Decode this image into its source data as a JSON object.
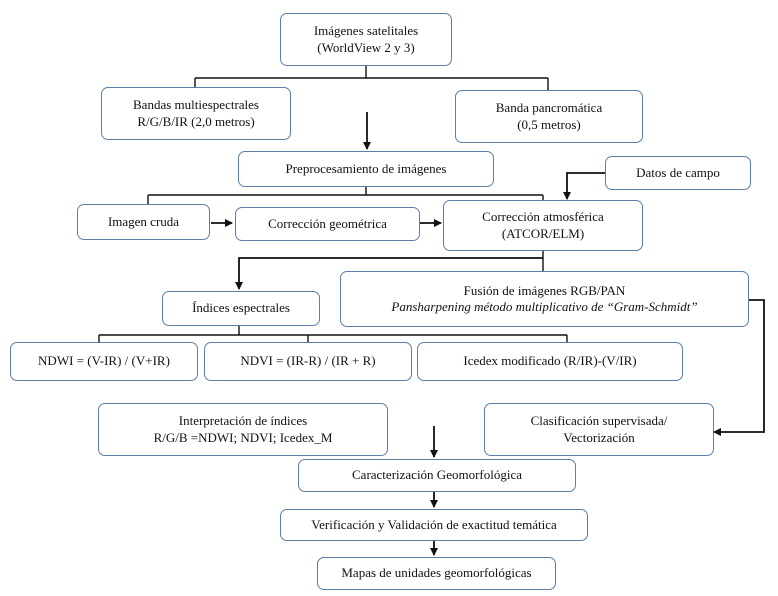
{
  "boxes": {
    "imagenes": {
      "line1": "Imágenes satelitales",
      "line2": "(WorldView 2 y 3)"
    },
    "multiespectrales": {
      "line1": "Bandas multiespectrales",
      "line2": "R/G/B/IR (2,0 metros)"
    },
    "pancromatica": {
      "line1": "Banda pancromática",
      "line2": "(0,5 metros)"
    },
    "preprocesamiento": {
      "line1": "Preprocesamiento de imágenes"
    },
    "datos_campo": {
      "line1": "Datos de campo"
    },
    "imagen_cruda": {
      "line1": "Imagen cruda"
    },
    "correccion_geometrica": {
      "line1": "Corrección geométrica"
    },
    "correccion_atmosferica": {
      "line1": "Corrección atmosférica",
      "line2": "(ATCOR/ELM)"
    },
    "fusion": {
      "line1": "Fusión de imágenes RGB/PAN",
      "line2": "Pansharpening método multiplicativo de “Gram-Schmidt”"
    },
    "indices": {
      "line1": "Índices espectrales"
    },
    "ndwi": {
      "line1": "NDWI = (V-IR) / (V+IR)"
    },
    "ndvi": {
      "line1": "NDVI = (IR-R) / (IR + R)"
    },
    "icedex": {
      "line1": "Icedex modificado (R/IR)-(V/IR)"
    },
    "interpretacion": {
      "line1": "Interpretación de índices",
      "line2": "R/G/B =NDWI; NDVI; Icedex_M"
    },
    "clasificacion": {
      "line1": "Clasificación supervisada/",
      "line2": "Vectorización"
    },
    "caracterizacion": {
      "line1": "Caracterización Geomorfológica"
    },
    "verificacion": {
      "line1": "Verificación y Validación de exactitud temática"
    },
    "mapas": {
      "line1": "Mapas de unidades geomorfológicas"
    }
  }
}
